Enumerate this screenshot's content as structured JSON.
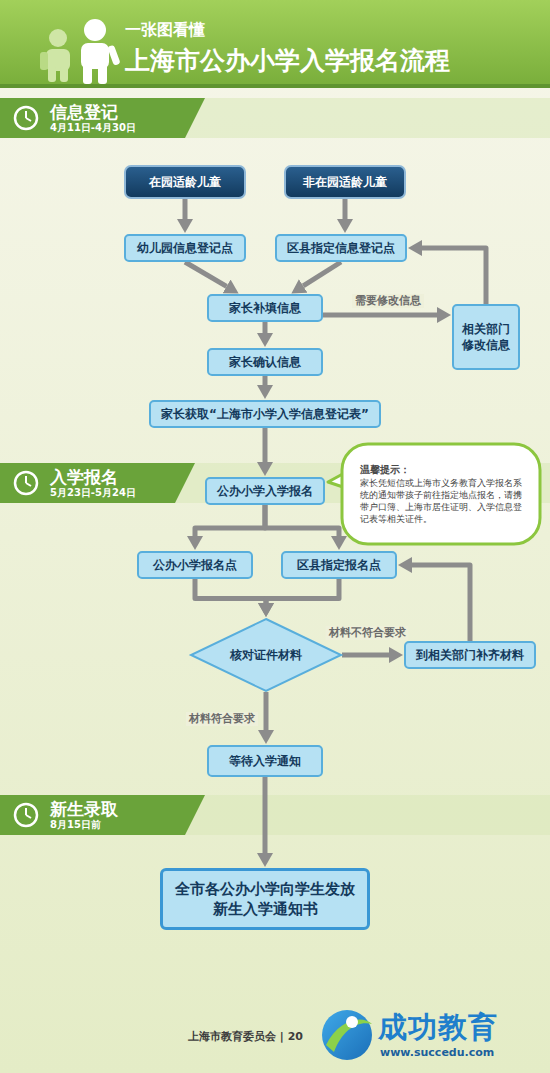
{
  "diagram": {
    "title": "上海市公办小学入学报名流程",
    "nodes": [
      {
        "text": [
          "信息登记",
          "4月11日-4月30日"
        ]
      },
      {
        "text": [
          "在园适龄儿童"
        ]
      },
      {
        "text": [
          "非在园适龄儿童"
        ]
      },
      {
        "text": [
          "幼儿园信息登记点"
        ]
      },
      {
        "text": [
          "区县指定信息登记点"
        ]
      },
      {
        "text": [
          "家长补填信息"
        ]
      },
      {
        "text": [
          "相关部门修改信息"
        ]
      },
      {
        "text": [
          "家长确认信息"
        ]
      },
      {
        "text": [
          "家长获取“上海市小学入学信息登记表”"
        ]
      },
      {
        "text": [
          "入学报名",
          "5月23日-5月24日"
        ]
      },
      {
        "text": [
          "公办小学入学报名"
        ]
      },
      {
        "text": [
          "温馨提示：",
          "家长凭短信或上海市义务教育入学报名系统的通知带孩子前往指定地点报名，请携带户口簿、上海市居住证明、入学信息登记表等相关证件。"
        ]
      },
      {
        "text": [
          "公办小学报名点"
        ]
      },
      {
        "text": [
          "区县指定报名点"
        ]
      },
      {
        "text": [
          "核对证件材料"
        ]
      },
      {
        "text": [
          "到相关部门补齐材料"
        ]
      },
      {
        "text": [
          "等待入学通知"
        ]
      },
      {
        "text": [
          "新生录取",
          "8月15日前"
        ]
      },
      {
        "text": [
          "全市各公办小学向学生发放新生入学通知书"
        ]
      }
    ],
    "edges": [
      {
        "from": 1,
        "to": 3,
        "arrow": "to"
      },
      {
        "from": 2,
        "to": 4,
        "arrow": "to"
      },
      {
        "from": 3,
        "to": 5,
        "arrow": "to"
      },
      {
        "from": 4,
        "to": 5,
        "arrow": "to"
      },
      {
        "from": 5,
        "to": 7,
        "arrow": "to"
      },
      {
        "from": 5,
        "to": 6,
        "label": "需要修改信息",
        "arrow": "to"
      },
      {
        "from": 6,
        "to": 4,
        "arrow": "to"
      },
      {
        "from": 7,
        "to": 8,
        "arrow": "to"
      },
      {
        "from": 8,
        "to": 10,
        "arrow": "to"
      },
      {
        "from": 10,
        "to": 12,
        "arrow": "to"
      },
      {
        "from": 10,
        "to": 13,
        "arrow": "to"
      },
      {
        "from": 12,
        "to": 14,
        "arrow": "to"
      },
      {
        "from": 13,
        "to": 14,
        "arrow": "to"
      },
      {
        "from": 14,
        "to": 15,
        "label": "材料不符合要求",
        "arrow": "to"
      },
      {
        "from": 15,
        "to": 13,
        "arrow": "to"
      },
      {
        "from": 14,
        "to": 16,
        "label": "材料符合要求",
        "arrow": "to"
      },
      {
        "from": 16,
        "to": 18,
        "arrow": "to"
      }
    ],
    "labels": [
      "一张图看懂",
      "上海市教育委员会 | 20",
      "成功教育",
      "www.succedu.com"
    ]
  }
}
